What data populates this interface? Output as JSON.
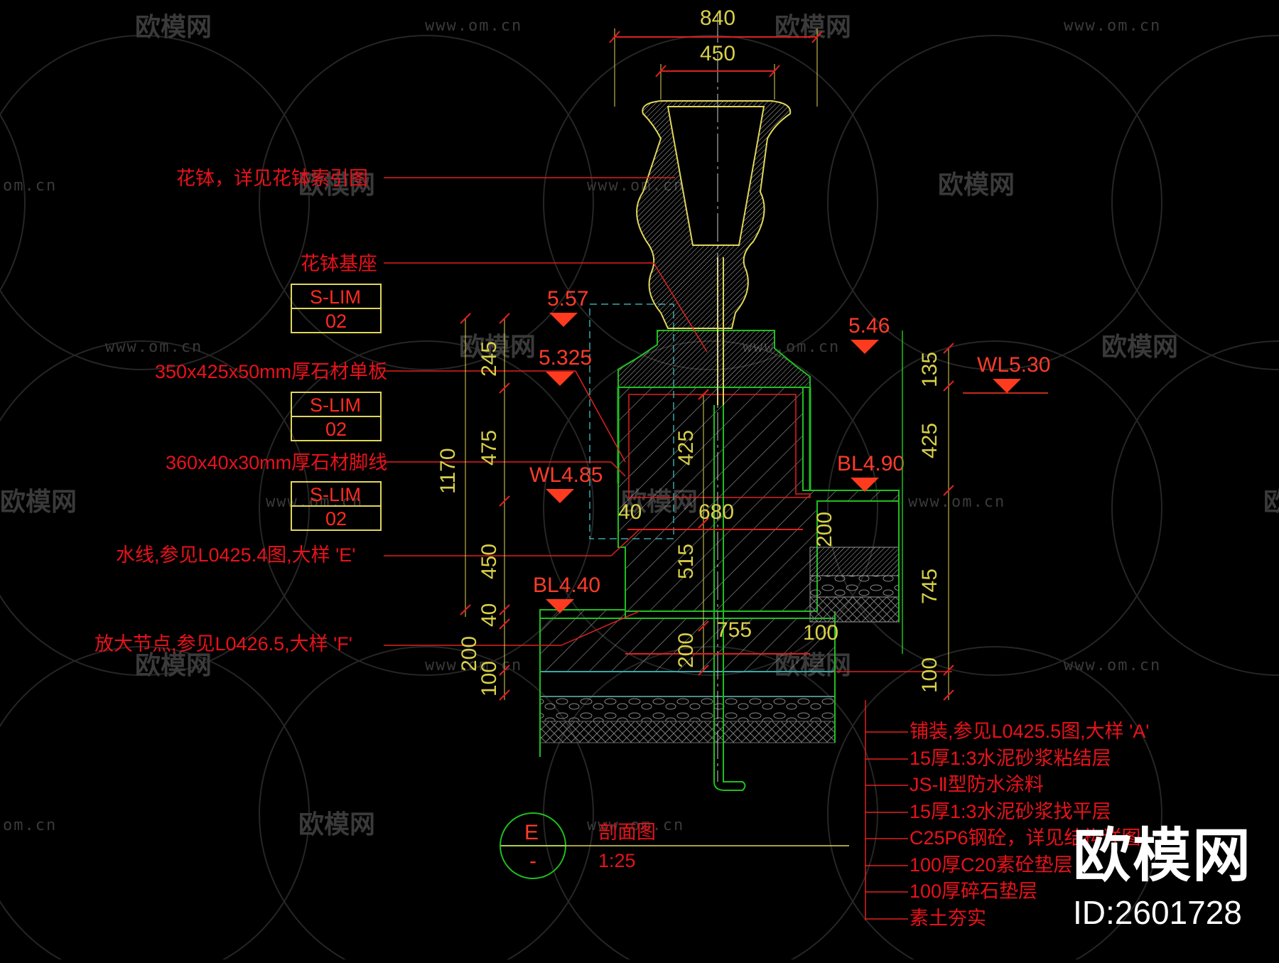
{
  "drawing": {
    "dimensions_top": {
      "overall": "840",
      "inner": "450"
    },
    "callouts_left": [
      {
        "id": "c1",
        "text": "花钵，详见花钵索引图"
      },
      {
        "id": "c2",
        "text": "花钵基座"
      },
      {
        "id": "c3",
        "text": "350x425x50mm厚石材单板"
      },
      {
        "id": "c4",
        "text": "360x40x30mm厚石材脚线"
      },
      {
        "id": "c5",
        "text": "水线,参见L0425.4图,大样  'E'"
      },
      {
        "id": "c6",
        "text": "放大节点,参见L0426.5,大样  'F'"
      }
    ],
    "ref_tags": [
      {
        "top": "S-LIM",
        "bottom": "02"
      },
      {
        "top": "S-LIM",
        "bottom": "02"
      },
      {
        "top": "S-LIM",
        "bottom": "02"
      }
    ],
    "levels": [
      {
        "id": "lv1",
        "text": "5.57"
      },
      {
        "id": "lv2",
        "text": "5.325"
      },
      {
        "id": "lv3",
        "text": "5.46"
      },
      {
        "id": "lv4",
        "text": "WL5.30"
      },
      {
        "id": "lv5",
        "text": "WL4.85"
      },
      {
        "id": "lv6",
        "text": "BL4.90"
      },
      {
        "id": "lv7",
        "text": "BL4.40"
      }
    ],
    "dims_left": [
      "245",
      "475",
      "1170",
      "450",
      "40",
      "200",
      "100"
    ],
    "dims_center": [
      "425",
      "680",
      "40",
      "515",
      "755",
      "200",
      "100",
      "200"
    ],
    "dims_right": [
      "135",
      "425",
      "745",
      "100"
    ],
    "layers_right": [
      "铺装,参见L0425.5图,大样  'A'",
      "15厚1:3水泥砂浆粘结层",
      "JS-Ⅱ型防水涂料",
      "15厚1:3水泥砂浆找平层",
      "C25P6钢砼，详见结构详图",
      "100厚C20素砼垫层",
      "100厚碎石垫层",
      "素土夯实"
    ],
    "section_mark": {
      "letter": "E",
      "sheet": "-",
      "title": "剖面图",
      "scale": "1:25"
    }
  },
  "watermark": {
    "logo_text": "欧模网",
    "url_text": "www.om.cn",
    "url_fragment": "om.cn"
  },
  "brand": {
    "name": "欧模网",
    "id_text": "ID:2601728"
  },
  "colors": {
    "background": "#000000",
    "callout": "#e8121b",
    "dimension": "#d8d04a",
    "outline": "#1fbf1f",
    "vase": "#e0d65a",
    "cyan": "#38a8a8",
    "brand": "#ffffff"
  }
}
